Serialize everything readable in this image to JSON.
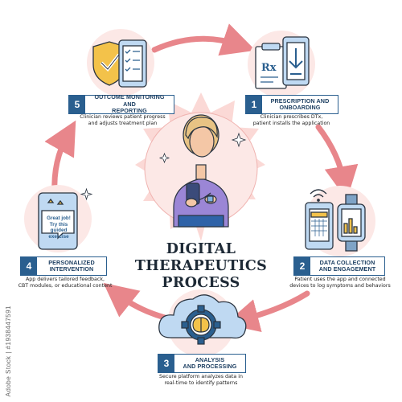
{
  "title": "DIGITAL THERAPEUTICS PROCESS",
  "steps": [
    {
      "num": "1",
      "title_lines": [
        "PRESCRIPTION AND",
        "ONBOARDING"
      ],
      "description_lines": [
        "Clinician prescribes DTx,",
        "patient installs the application"
      ]
    },
    {
      "num": "2",
      "title_lines": [
        "DATA COLLECTION",
        "AND ENGAGEMENT"
      ],
      "description_lines": [
        "Patient uses the app and connected",
        "devices to log symptoms and behaviors"
      ]
    },
    {
      "num": "3",
      "title_lines": [
        "ANALYSIS",
        "AND PROCESSING"
      ],
      "description_lines": [
        "Secure platform analyzes data in",
        "real-time to identify patterns"
      ]
    },
    {
      "num": "4",
      "title_lines": [
        "PERSONALIZED",
        "INTERVENTION"
      ],
      "description_lines": [
        "App delivers tailored feedback,",
        "CBT modules, or educational content"
      ]
    },
    {
      "num": "5",
      "title_lines": [
        "OUTCOME MONITORING AND",
        "REPORTING"
      ],
      "description_lines": [
        "Clinician reviews patient progress",
        "and adjusts treatment plan"
      ]
    }
  ],
  "phone_message_lines": [
    "Great job!",
    "Try this guided",
    "exercise"
  ],
  "prescription_label": "Rx",
  "watermark": "Adobe Stock | #1938447591",
  "colors": {
    "arrow": "#e8868b",
    "badge": "#2a5f8f",
    "accent_yellow": "#f3c24a",
    "circle_bg": "#fce8e6",
    "icon_blue": "#bfd9f2"
  },
  "icons": [
    "shield-check-icon",
    "checklist-phone-icon",
    "prescription-icon",
    "download-phone-icon",
    "wifi-icon",
    "calendar-app-icon",
    "smartwatch-chart-icon",
    "cloud-icon",
    "gear-brain-icon",
    "phone-message-icon",
    "sparkle-icon",
    "woman-with-phone"
  ]
}
